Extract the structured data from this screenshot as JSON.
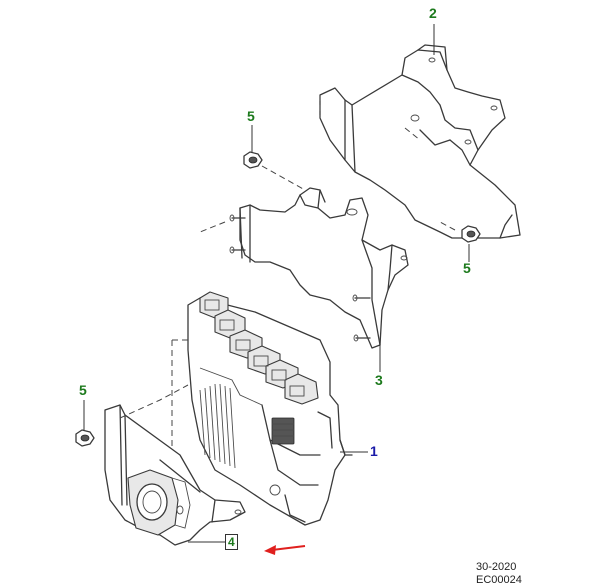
{
  "callouts": [
    {
      "id": "c1",
      "text": "1",
      "color": "#1a1aa8"
    },
    {
      "id": "c2",
      "text": "2",
      "color": "#1d7a1d"
    },
    {
      "id": "c3",
      "text": "3",
      "color": "#1d7a1d"
    },
    {
      "id": "c5a",
      "text": "5",
      "color": "#1d7a1d"
    },
    {
      "id": "c5b",
      "text": "5",
      "color": "#1d7a1d"
    },
    {
      "id": "c5c",
      "text": "5",
      "color": "#1d7a1d"
    },
    {
      "id": "c4",
      "text": "4",
      "color": "#1d7a1d"
    }
  ],
  "footer": {
    "line1": "30-2020",
    "line2": "EC00024"
  },
  "arrow_color": "#e0201e"
}
